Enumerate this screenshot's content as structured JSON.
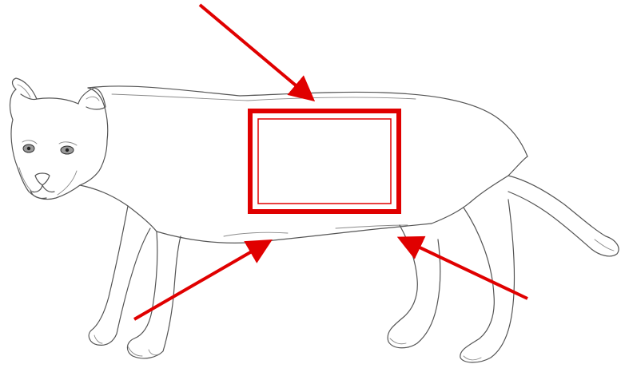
{
  "figure": {
    "subject": "cougar-line-drawing",
    "annotation_color": "#e00000",
    "line_color": "#555555",
    "callouts": [
      {
        "name": "arrow-top-to-back"
      },
      {
        "name": "arrow-lower-left-to-belly"
      },
      {
        "name": "arrow-lower-right-to-hind-belly"
      }
    ],
    "highlight_box": {
      "name": "torso-highlight-box",
      "style": "double-frame"
    }
  }
}
